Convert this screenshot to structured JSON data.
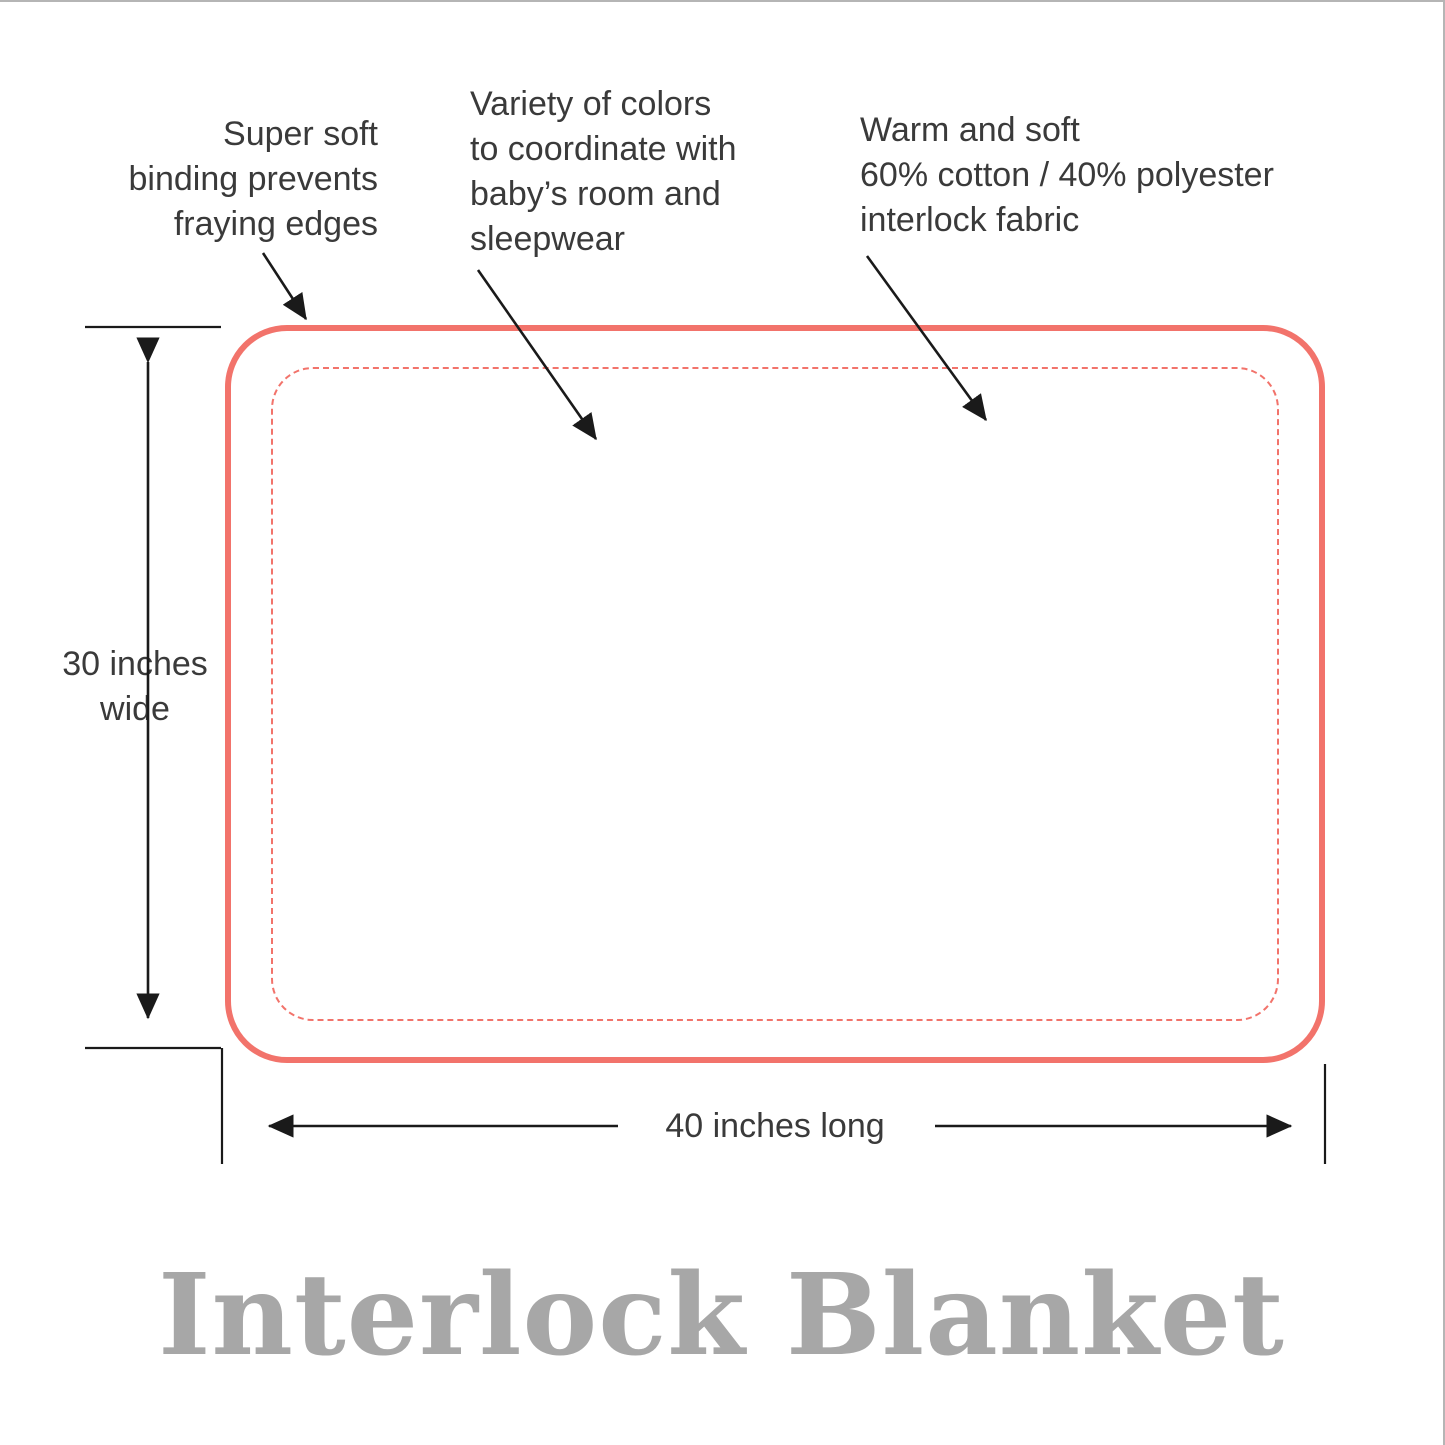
{
  "colors": {
    "blanket_border": "#f2736b",
    "stitch": "#f2736b",
    "annotation_text": "#3a3a3a",
    "arrow": "#1a1a1a",
    "title": "#a7a7a7"
  },
  "annotations": {
    "binding": "Super soft\nbinding prevents\nfraying edges",
    "colors": "Variety of colors\nto coordinate with\nbaby’s room and\nsleepwear",
    "fabric": "Warm and soft\n60% cotton / 40% polyester\ninterlock fabric"
  },
  "dimensions": {
    "width_label": "30 inches\nwide",
    "length_label": "40 inches long"
  },
  "title": "Interlock Blanket"
}
